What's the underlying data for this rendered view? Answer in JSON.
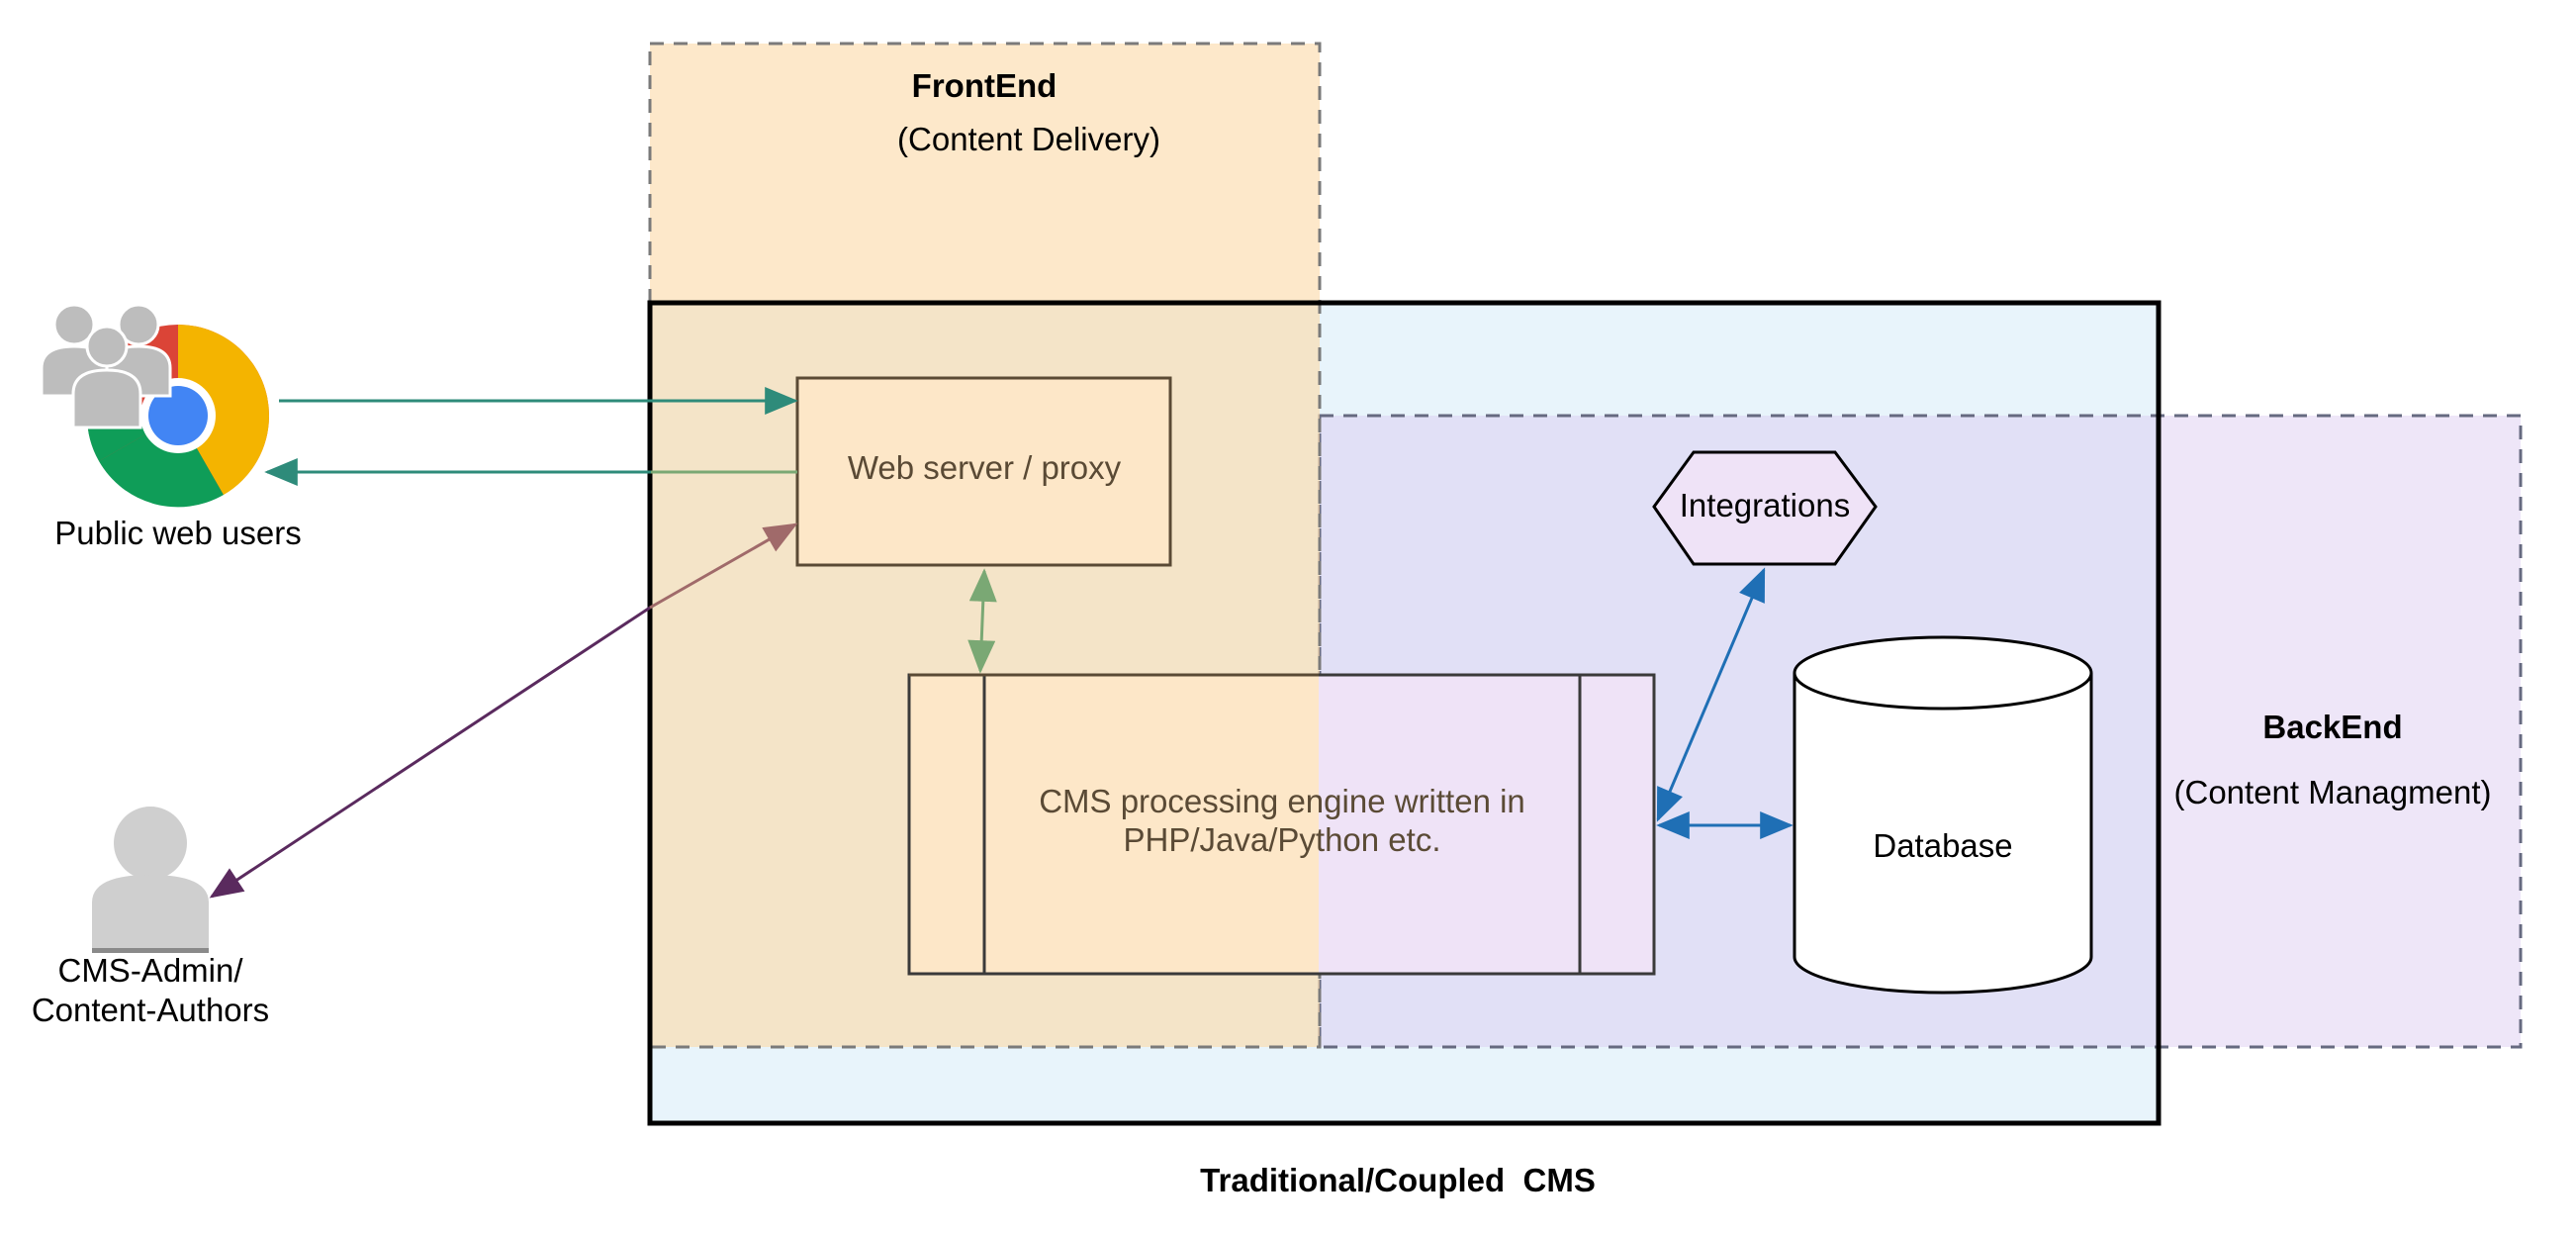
{
  "frontend": {
    "title": "FrontEnd",
    "subtitle": "(Content Delivery)"
  },
  "backend": {
    "title": "BackEnd",
    "subtitle": "(Content Managment)"
  },
  "cms_caption": "Traditional/Coupled  CMS",
  "web_server": {
    "label": "Web server / proxy"
  },
  "cms_engine": {
    "label_line1": "CMS processing engine written in",
    "label_line2": "PHP/Java/Python etc."
  },
  "integrations": {
    "label": "Integrations"
  },
  "database": {
    "label": "Database"
  },
  "public_users": {
    "label": "Public web users",
    "icon": "users-chrome-icon"
  },
  "admin_users": {
    "label_line1": "CMS-Admin/",
    "label_line2": "Content-Authors",
    "icon": "user-icon"
  },
  "colors": {
    "frontend_fill": "#fde7c8",
    "backend_fill": "#efe3f7",
    "cms_fill": "#e8f4fb",
    "teal_arrow": "#2e8b7a",
    "green_arrow": "#7aa874",
    "blue_arrow": "#1f6fb5",
    "maroon_arrow": "#5a2a5e"
  }
}
